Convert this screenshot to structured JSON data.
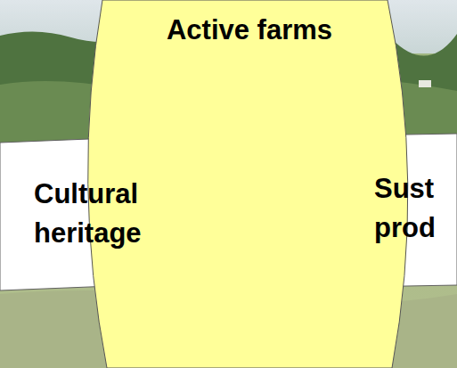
{
  "diagram": {
    "nodes": [
      {
        "text": [
          "Active farms"
        ]
      },
      {
        "text": [
          "Cultural heritage"
        ]
      },
      {
        "text": [
          "Sust prod"
        ]
      }
    ]
  }
}
